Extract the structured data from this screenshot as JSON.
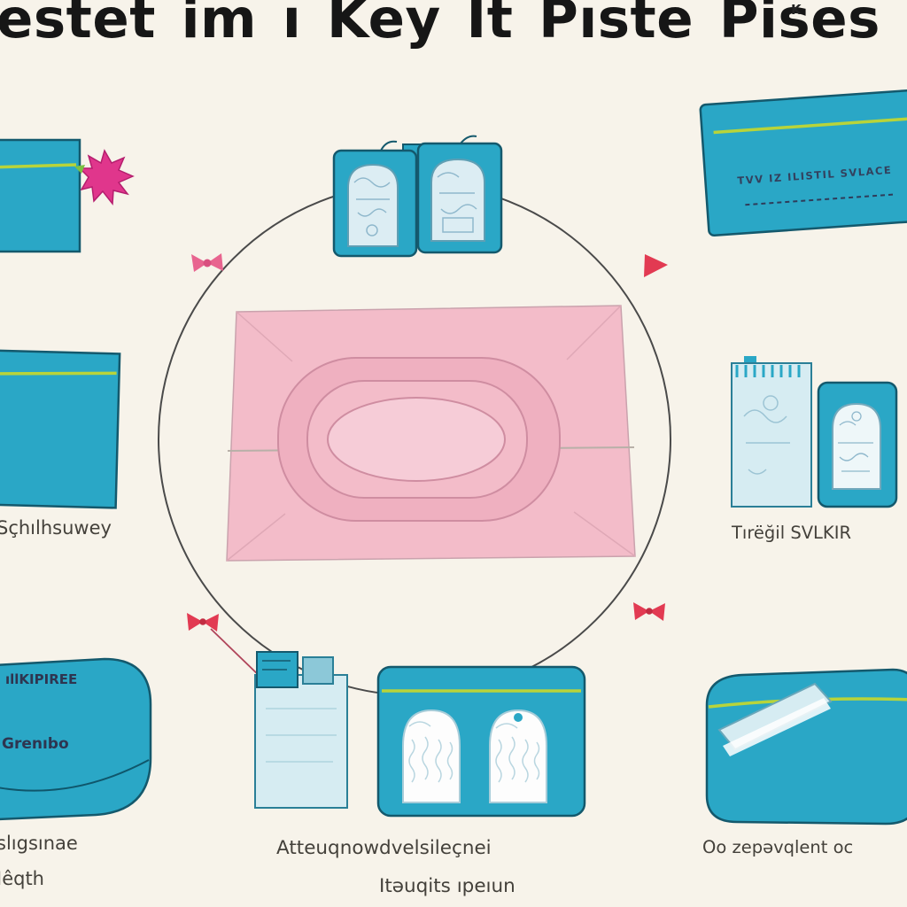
{
  "title": "estet im ı Key İt Pıste Pises",
  "title_mark": "K",
  "colors": {
    "background": "#f7f3ea",
    "teal": "#2aa7c6",
    "teal_dark": "#14596d",
    "accent_green": "#b8d43a",
    "pink_envelope": "#f3bcc9",
    "red_ribbon": "#e23a52",
    "light_blue": "#d6ecf2"
  },
  "cards": {
    "top_right_label": "TVV IZ ILISTIL SVLACE"
  },
  "captions": {
    "mid_left": "Sçhılhsuwey",
    "mid_right": "Tırëğil SVLKIR",
    "bottom_left_label1": "ıllKIPIREE",
    "bottom_left_label2": "Grenıbo",
    "bottom_left_line1": "slıgsınae",
    "bottom_left_line2": "Iêqth",
    "bottom_center_line1": "Atteuqnowdvelsileçnei",
    "bottom_center_line2": "Itəuqits ıpeıun",
    "bottom_right": "Oo zepəvqlent oc"
  }
}
